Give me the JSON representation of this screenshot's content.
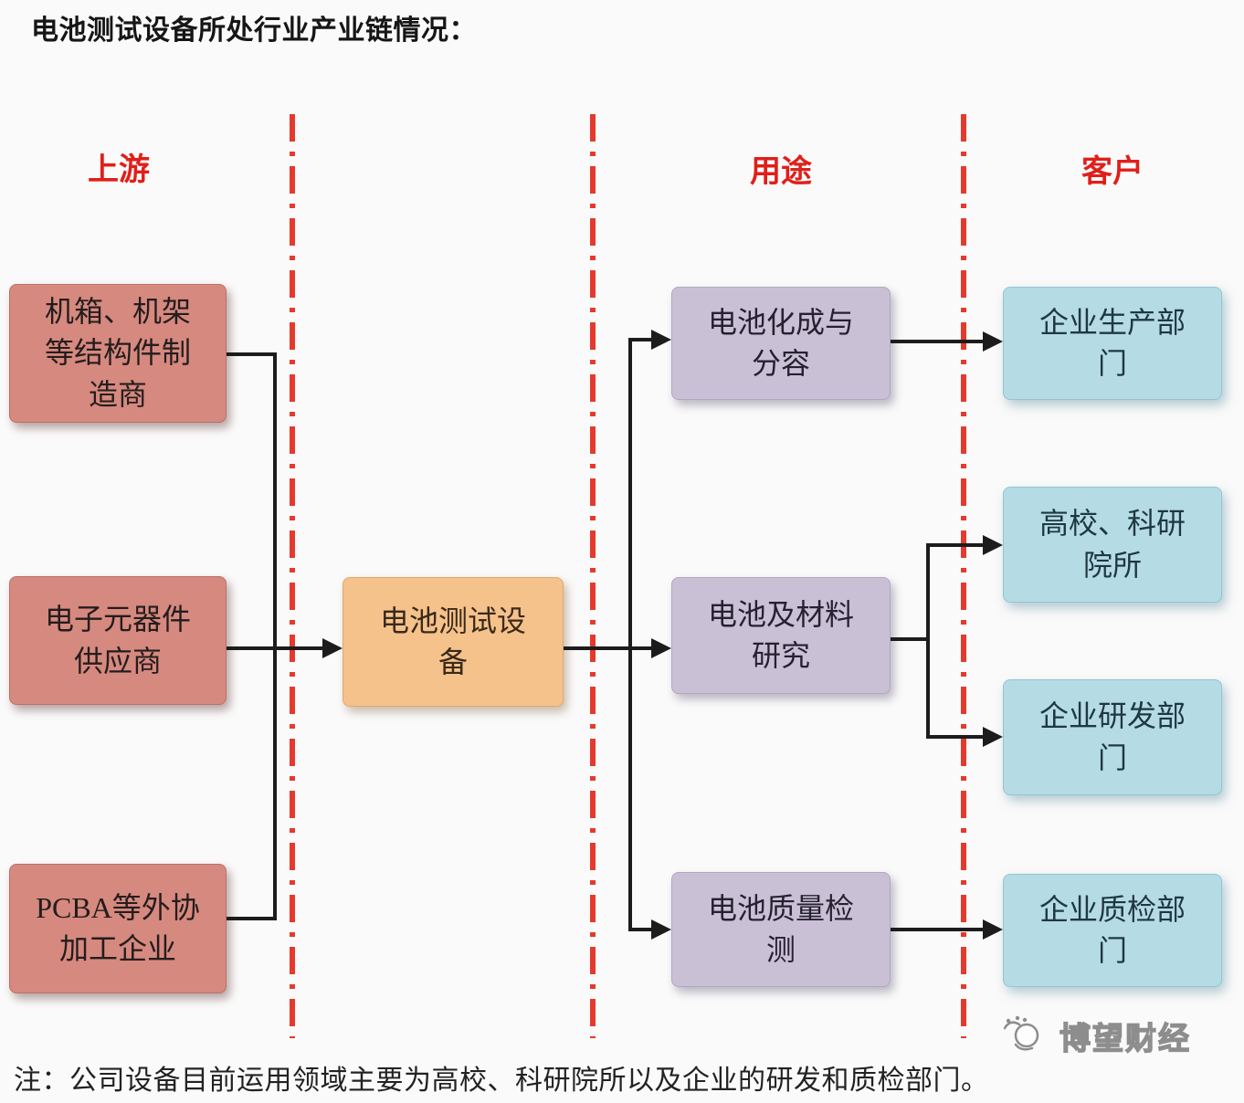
{
  "page": {
    "title": "电池测试设备所处行业产业链情况：",
    "note": "注：公司设备目前运用领域主要为高校、科研院所以及企业的研发和质检部门。",
    "watermark": "博望财经"
  },
  "headers": {
    "upstream": "上游",
    "usage": "用途",
    "customers": "客户"
  },
  "nodes": {
    "upstream": [
      {
        "label": "机箱、机架\n等结构件制\n造商"
      },
      {
        "label": "电子元器件\n供应商"
      },
      {
        "label": "PCBA等外协\n加工企业"
      }
    ],
    "core": {
      "label": "电池测试设\n备"
    },
    "usage": [
      {
        "label": "电池化成与\n分容"
      },
      {
        "label": "电池及材料\n研究"
      },
      {
        "label": "电池质量检\n测"
      }
    ],
    "customers": [
      {
        "label": "企业生产部\n门"
      },
      {
        "label": "高校、科研\n院所"
      },
      {
        "label": "企业研发部\n门"
      },
      {
        "label": "企业质检部\n门"
      }
    ]
  },
  "colors": {
    "header_red": "#e01f1a",
    "divider_red": "#e43a2e",
    "upstream_fill": "#d6897f",
    "core_fill": "#f5c28c",
    "usage_fill": "#c9c0d6",
    "customer_fill": "#b5dbe5",
    "connector_black": "#1c1c1c"
  }
}
